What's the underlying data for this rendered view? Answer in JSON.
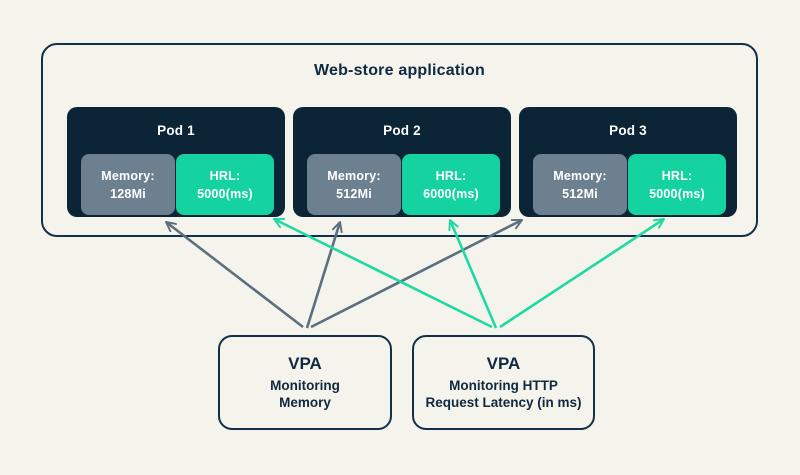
{
  "app": {
    "title": "Web-store application"
  },
  "pods": [
    {
      "label": "Pod 1",
      "memory_label": "Memory:",
      "memory_value": "128Mi",
      "hrl_label": "HRL:",
      "hrl_value": "5000(ms)"
    },
    {
      "label": "Pod 2",
      "memory_label": "Memory:",
      "memory_value": "512Mi",
      "hrl_label": "HRL:",
      "hrl_value": "6000(ms)"
    },
    {
      "label": "Pod 3",
      "memory_label": "Memory:",
      "memory_value": "512Mi",
      "hrl_label": "HRL:",
      "hrl_value": "5000(ms)"
    }
  ],
  "vpas": [
    {
      "title": "VPA",
      "lines": [
        "Monitoring",
        "Memory"
      ]
    },
    {
      "title": "VPA",
      "lines": [
        "Monitoring HTTP",
        "Request Latency (in ms)"
      ]
    }
  ],
  "edges": [
    {
      "from": "vpa-monitoring-memory",
      "to": "pod-1-memory",
      "color": "gray"
    },
    {
      "from": "vpa-monitoring-memory",
      "to": "pod-2-memory",
      "color": "gray"
    },
    {
      "from": "vpa-monitoring-memory",
      "to": "pod-3-memory",
      "color": "gray"
    },
    {
      "from": "vpa-monitoring-hrl",
      "to": "pod-1-hrl",
      "color": "green"
    },
    {
      "from": "vpa-monitoring-hrl",
      "to": "pod-2-hrl",
      "color": "green"
    },
    {
      "from": "vpa-monitoring-hrl",
      "to": "pod-3-hrl",
      "color": "green"
    }
  ],
  "colors": {
    "background": "#f4f3ec",
    "navy_border": "#13304a",
    "pod_background": "#0b2537",
    "memory_gray": "#6d8090",
    "hrl_green": "#15d3a0",
    "arrow_gray": "#5b6f80",
    "arrow_green": "#1fd9a4",
    "text_dark": "#0f2940",
    "text_light": "#ffffff"
  }
}
